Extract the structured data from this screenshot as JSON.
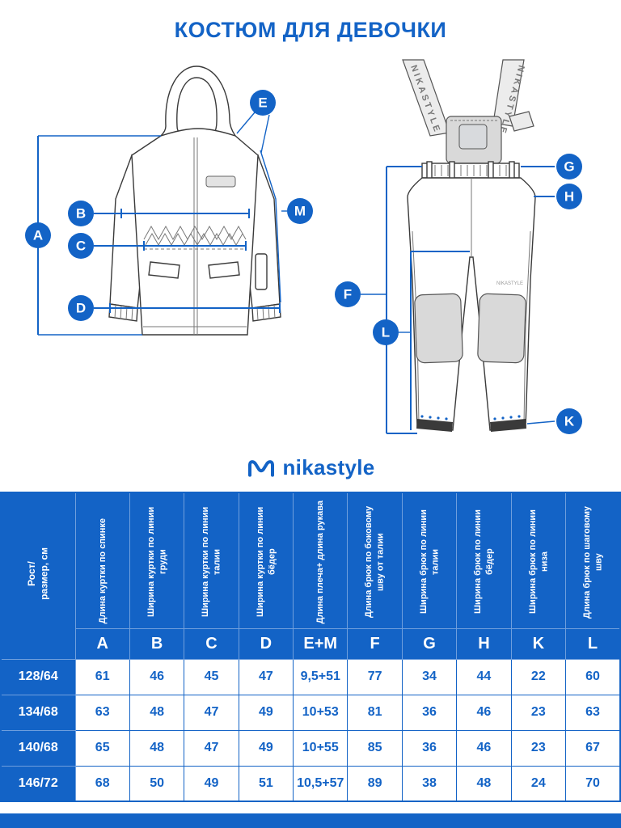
{
  "page": {
    "title": "КОСТЮМ ДЛЯ ДЕВОЧКИ"
  },
  "brand": {
    "name": "nikastyle",
    "accent_color": "#1363c6"
  },
  "diagram": {
    "strap_text": "NIKASTYLE",
    "leg_label": "NIKASTYLE",
    "jacket_badges": {
      "A": "A",
      "B": "B",
      "C": "C",
      "D": "D",
      "E": "E",
      "M": "M"
    },
    "pants_badges": {
      "F": "F",
      "G": "G",
      "H": "H",
      "K": "K",
      "L": "L"
    }
  },
  "table": {
    "row_header": "Рост/\nразмер, см",
    "columns": [
      {
        "letter": "A",
        "name": "Длина куртки по спинке"
      },
      {
        "letter": "B",
        "name": "Ширина куртки по линии груди"
      },
      {
        "letter": "C",
        "name": "Ширина куртки по линии талии"
      },
      {
        "letter": "D",
        "name": "Ширина куртки по линии бёдер"
      },
      {
        "letter": "E+M",
        "name": "Длина плеча+ длина рукава"
      },
      {
        "letter": "F",
        "name": "Длина брюк по боковому шву от талии"
      },
      {
        "letter": "G",
        "name": "Ширина брюк по линии талии"
      },
      {
        "letter": "H",
        "name": "Ширина брюк по линии бёдер"
      },
      {
        "letter": "K",
        "name": "Ширина брюк по линии низа"
      },
      {
        "letter": "L",
        "name": "Длина брюк по шаговому шву"
      }
    ],
    "rows": [
      {
        "size": "128/64",
        "values": [
          "61",
          "46",
          "45",
          "47",
          "9,5+51",
          "77",
          "34",
          "44",
          "22",
          "60"
        ]
      },
      {
        "size": "134/68",
        "values": [
          "63",
          "48",
          "47",
          "49",
          "10+53",
          "81",
          "36",
          "46",
          "23",
          "63"
        ]
      },
      {
        "size": "140/68",
        "values": [
          "65",
          "48",
          "47",
          "49",
          "10+55",
          "85",
          "36",
          "46",
          "23",
          "67"
        ]
      },
      {
        "size": "146/72",
        "values": [
          "68",
          "50",
          "49",
          "51",
          "10,5+57",
          "89",
          "38",
          "48",
          "24",
          "70"
        ]
      }
    ]
  }
}
